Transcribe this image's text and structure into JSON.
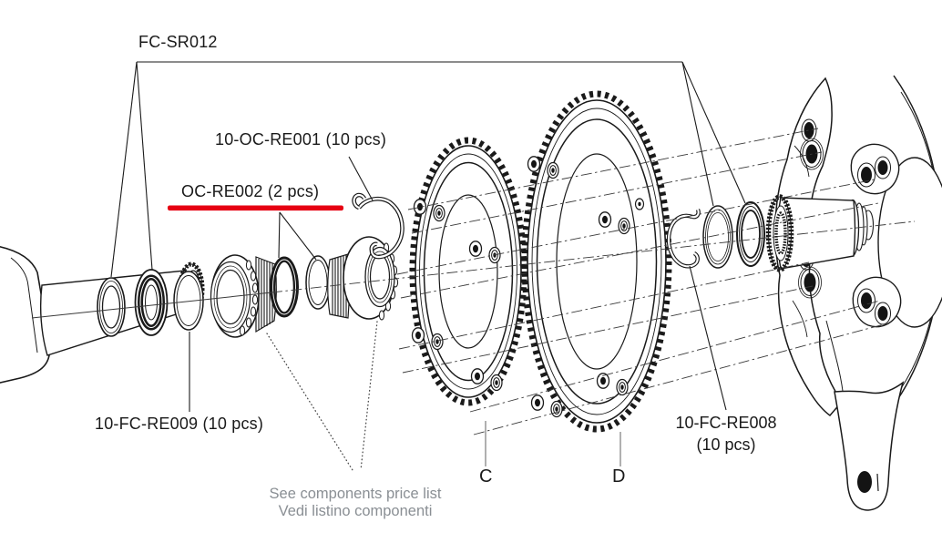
{
  "diagram": {
    "type": "exploded-crankset-parts-diagram",
    "callouts": {
      "fc_sr012": "FC-SR012",
      "oc_re001": "10-OC-RE001 (10 pcs)",
      "oc_re002": "OC-RE002 (2 pcs)",
      "fc_re009": "10-FC-RE009 (10 pcs)",
      "fc_re008_line1": "10-FC-RE008",
      "fc_re008_line2": "(10 pcs)",
      "chainring_small": "C",
      "chainring_large": "D"
    },
    "note": {
      "line1": "See components price list",
      "line2": "Vedi listino componenti"
    },
    "colors": {
      "line": "#1a1a1a",
      "red_underline": "#e60012",
      "note_gray": "#8a8f94",
      "leader_gray": "#6e6e6e"
    }
  }
}
